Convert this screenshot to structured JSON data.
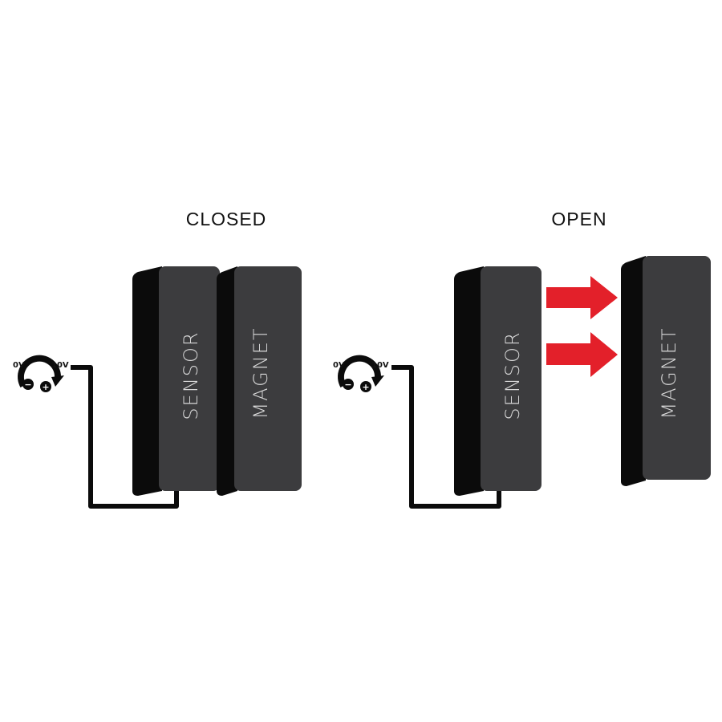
{
  "diagram": {
    "closed": {
      "title": "CLOSED",
      "sensor_label": "SENSOR",
      "magnet_label": "MAGNET",
      "dial": {
        "low": "0V",
        "high": "10V"
      }
    },
    "open": {
      "title": "OPEN",
      "sensor_label": "SENSOR",
      "magnet_label": "MAGNET",
      "dial": {
        "low": "0V",
        "high": "10V"
      }
    },
    "colors": {
      "block_face": "#3c3c3e",
      "block_side": "#0b0b0b",
      "label": "#d9d9d9",
      "arrow": "#e3202a",
      "wire": "#0b0b0b"
    }
  }
}
